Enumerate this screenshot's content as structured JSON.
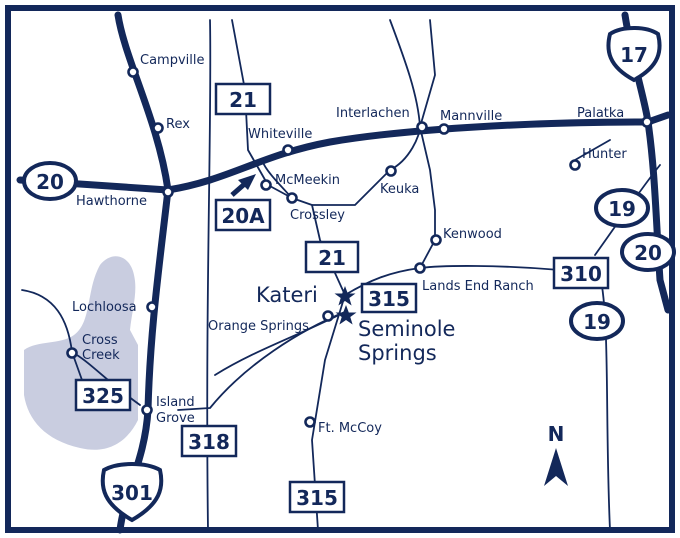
{
  "map": {
    "colors": {
      "road": "#13285a",
      "lake": "#c9cde0",
      "background": "#ffffff"
    },
    "north_label": "N",
    "north_arrow_icon": "north-arrow-icon",
    "towns": [
      {
        "id": "campville",
        "name": "Campville"
      },
      {
        "id": "rex",
        "name": "Rex"
      },
      {
        "id": "whiteville",
        "name": "Whiteville"
      },
      {
        "id": "interlachen",
        "name": "Interlachen"
      },
      {
        "id": "mannville",
        "name": "Mannville"
      },
      {
        "id": "palatka",
        "name": "Palatka"
      },
      {
        "id": "hunter",
        "name": "Hunter"
      },
      {
        "id": "hawthorne",
        "name": "Hawthorne"
      },
      {
        "id": "mcmeekin",
        "name": "McMeekin"
      },
      {
        "id": "keuka",
        "name": "Keuka"
      },
      {
        "id": "crossley",
        "name": "Crossley"
      },
      {
        "id": "kenwood",
        "name": "Kenwood"
      },
      {
        "id": "lands-end-ranch",
        "name": "Lands End Ranch"
      },
      {
        "id": "lochloosa",
        "name": "Lochloosa"
      },
      {
        "id": "cross-creek-1",
        "name": "Cross"
      },
      {
        "id": "cross-creek-2",
        "name": "Creek"
      },
      {
        "id": "orange-springs",
        "name": "Orange Springs"
      },
      {
        "id": "island-grove-1",
        "name": "Island"
      },
      {
        "id": "island-grove-2",
        "name": "Grove"
      },
      {
        "id": "ft-mccoy",
        "name": "Ft. McCoy"
      }
    ],
    "featured": [
      {
        "id": "kateri",
        "name": "Kateri"
      },
      {
        "id": "seminole-1",
        "name": "Seminole"
      },
      {
        "id": "seminole-2",
        "name": "Springs"
      }
    ],
    "route_shields": [
      {
        "id": "r21-north",
        "kind": "state",
        "label": "21"
      },
      {
        "id": "r21-south",
        "kind": "state",
        "label": "21"
      },
      {
        "id": "r20a",
        "kind": "state",
        "label": "20A"
      },
      {
        "id": "r315-north",
        "kind": "state",
        "label": "315"
      },
      {
        "id": "r315-south",
        "kind": "state",
        "label": "315"
      },
      {
        "id": "r310",
        "kind": "state",
        "label": "310"
      },
      {
        "id": "r325",
        "kind": "state",
        "label": "325"
      },
      {
        "id": "r318",
        "kind": "state",
        "label": "318"
      },
      {
        "id": "r20-west",
        "kind": "us-oval",
        "label": "20"
      },
      {
        "id": "r20-east",
        "kind": "us-oval",
        "label": "20"
      },
      {
        "id": "r19-north",
        "kind": "us-oval",
        "label": "19"
      },
      {
        "id": "r19-south",
        "kind": "us-oval",
        "label": "19"
      },
      {
        "id": "r17",
        "kind": "interstate",
        "label": "17"
      },
      {
        "id": "r301",
        "kind": "interstate",
        "label": "301"
      }
    ]
  }
}
